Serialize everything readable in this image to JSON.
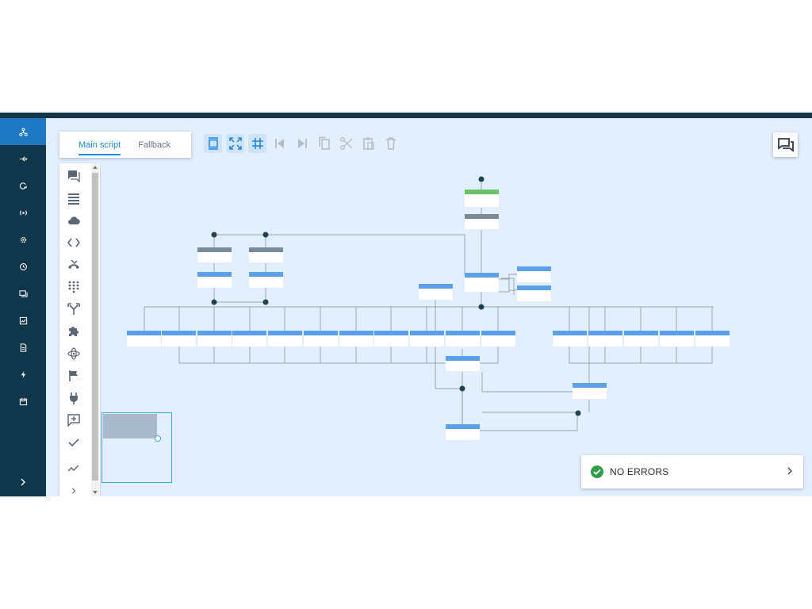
{
  "tabs": [
    {
      "label": "Main script",
      "active": true
    },
    {
      "label": "Fallback",
      "active": false
    }
  ],
  "toolbar": {
    "buttons": [
      {
        "icon": "fit-to-screen-icon",
        "active": true
      },
      {
        "icon": "fullscreen-icon",
        "active": true
      },
      {
        "icon": "grid-icon",
        "active": true
      },
      {
        "icon": "skip-first-icon",
        "active": false
      },
      {
        "icon": "skip-last-icon",
        "active": false
      },
      {
        "icon": "copy-icon",
        "active": false
      },
      {
        "icon": "cut-icon",
        "active": false
      },
      {
        "icon": "paste-icon",
        "active": false
      },
      {
        "icon": "delete-icon",
        "active": false
      }
    ]
  },
  "rail": {
    "items": [
      "flow-icon",
      "branch-icon",
      "loop-icon",
      "broadcast-icon",
      "settings-icon",
      "history-icon",
      "messages-icon",
      "analytics-icon",
      "document-icon",
      "bolt-icon",
      "calendar-icon"
    ],
    "active_index": 0
  },
  "palette": {
    "items": [
      "chat-icon",
      "list-icon",
      "cloud-icon",
      "code-icon",
      "phone-transfer-icon",
      "dialpad-icon",
      "split-icon",
      "puzzle-icon",
      "atom-icon",
      "flag-icon",
      "plug-icon",
      "add-comment-icon",
      "check-icon",
      "trend-icon"
    ]
  },
  "status": {
    "text": "NO ERRORS",
    "color": "#2e9e4a"
  },
  "colors": {
    "rail": "#10364a",
    "accent": "#1e88e5",
    "canvas": "#e3efff",
    "node_blue": "#5aa1ea",
    "node_green": "#6cc16a",
    "node_gray": "#7a8a99"
  }
}
